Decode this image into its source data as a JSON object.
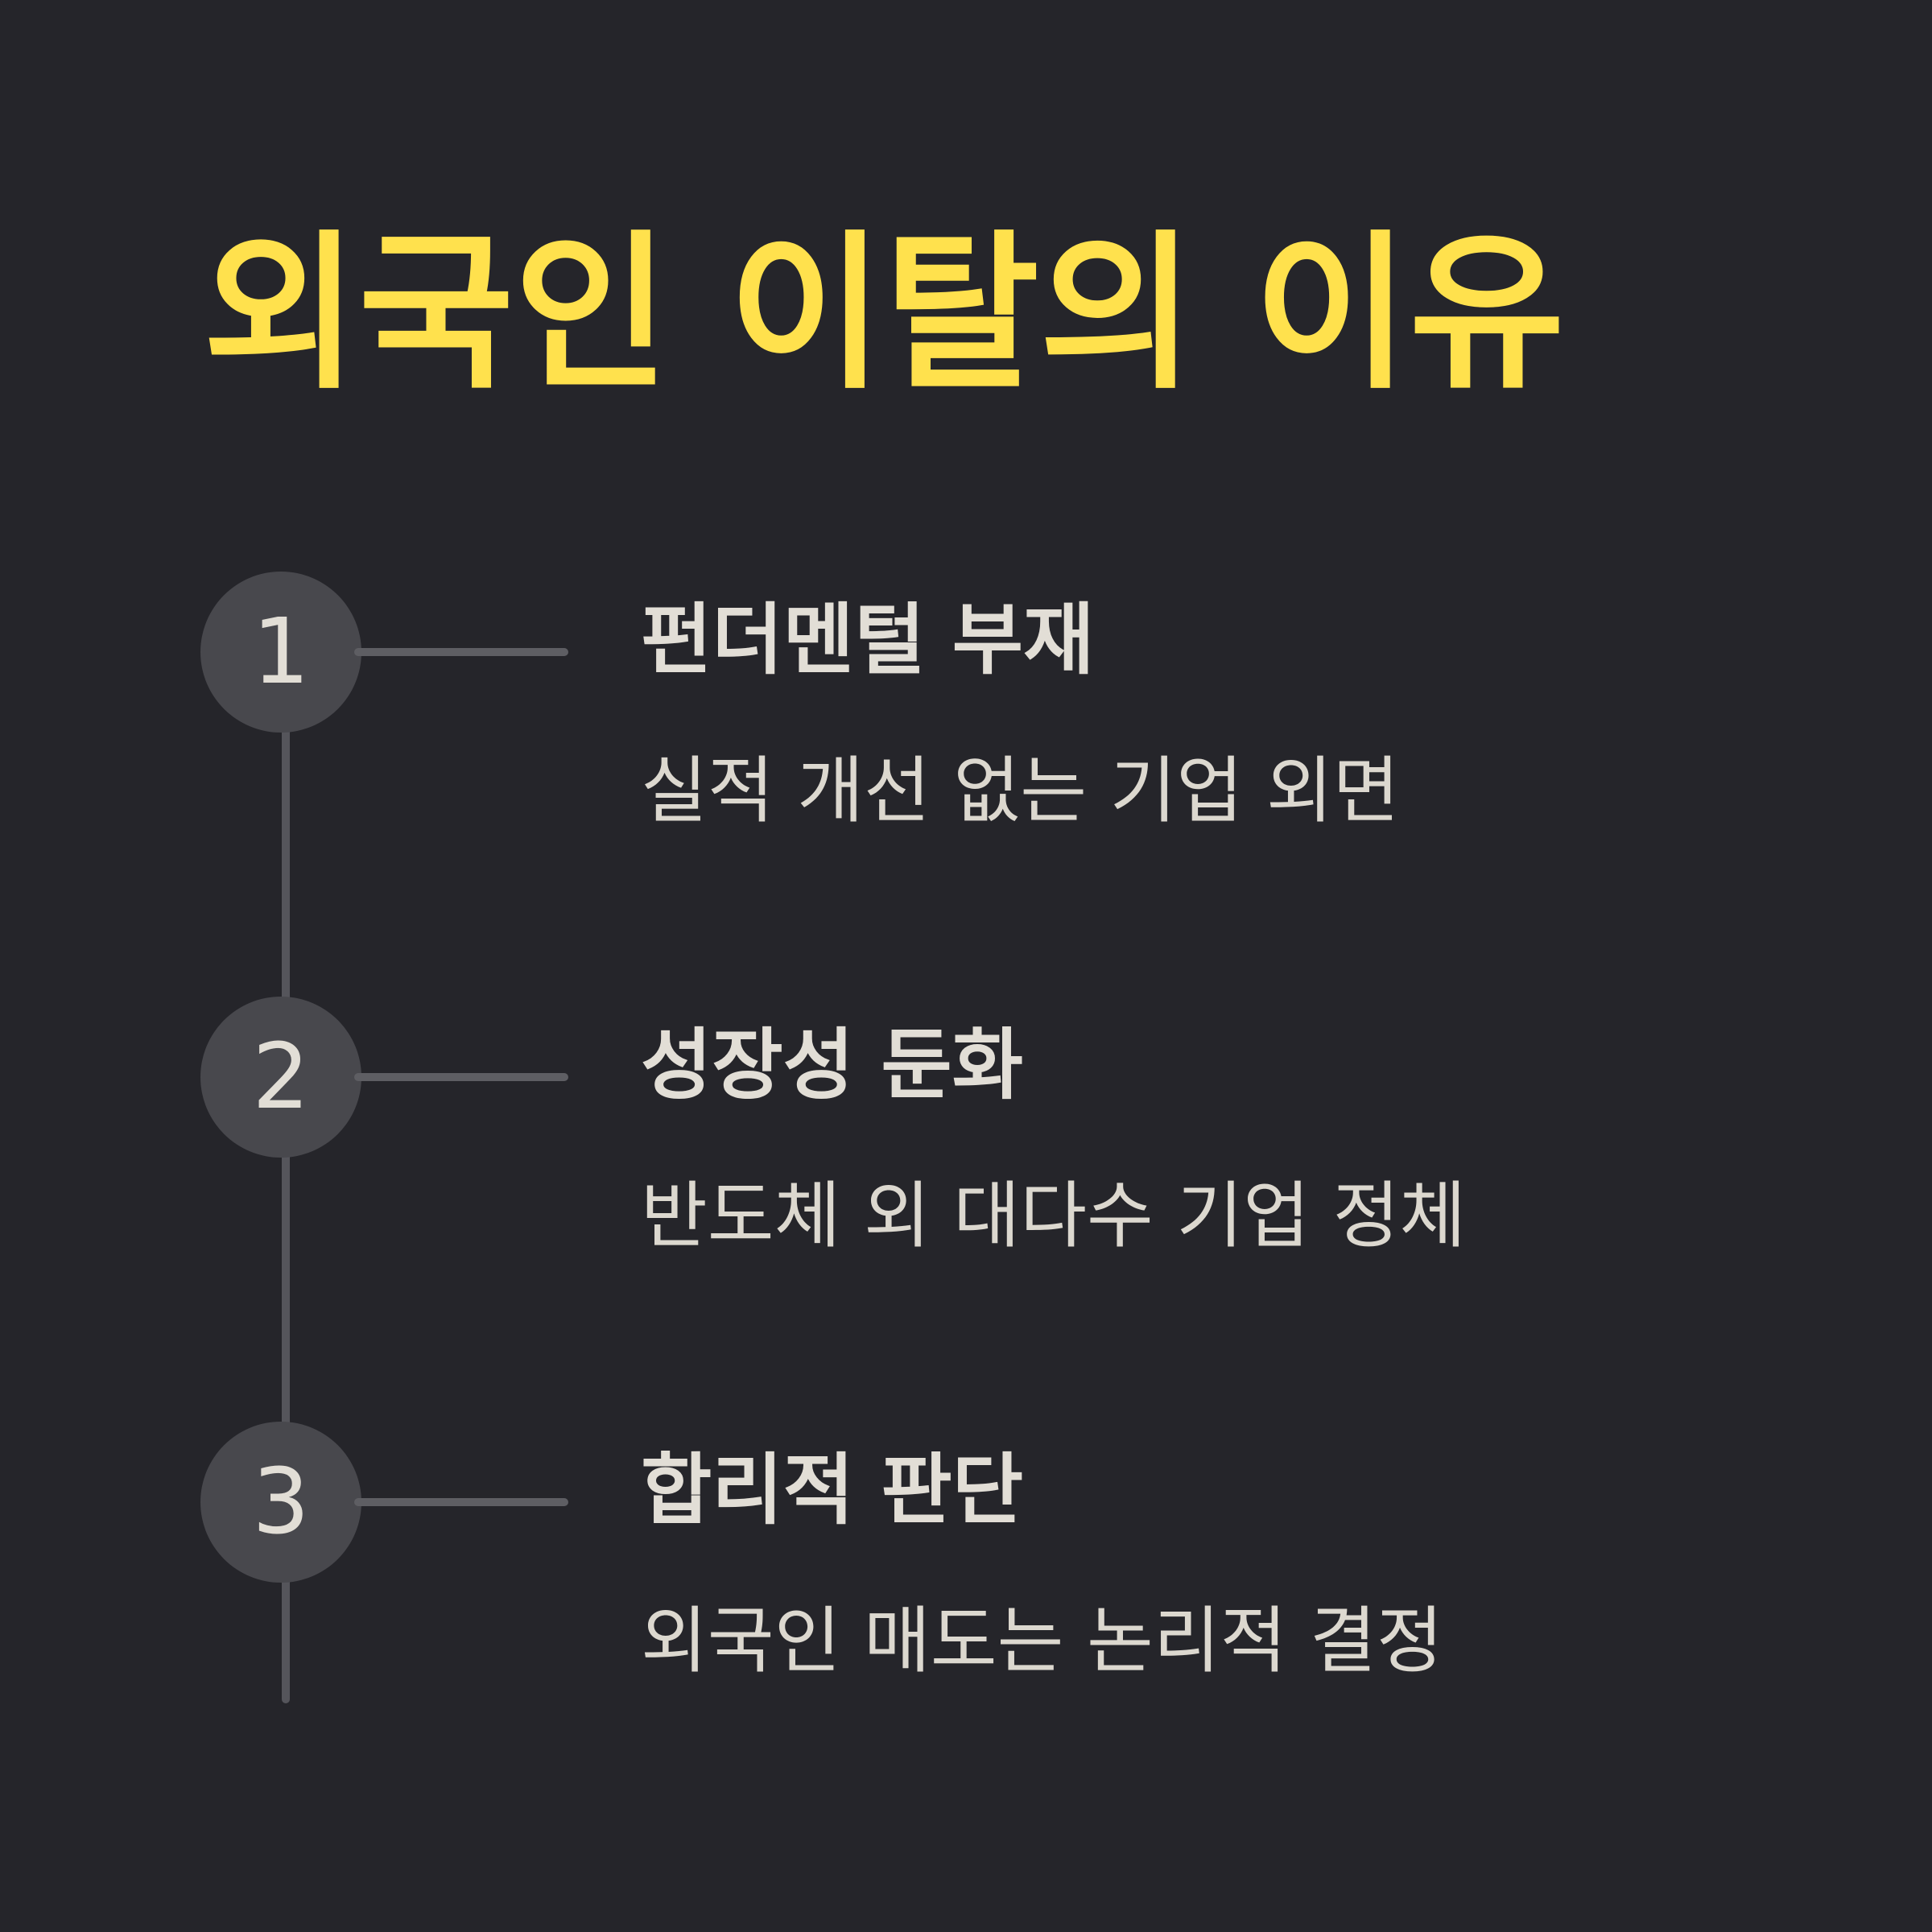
{
  "title": "외국인 이탈의 이유",
  "colors": {
    "background": "#25252a",
    "title": "#ffe14d",
    "text": "#e2ded6",
    "circle": "#48484d",
    "line": "#55555b"
  },
  "steps": [
    {
      "number": "1",
      "title": "펀더멘털 부재",
      "description": "실적 개선 없는 기업 외면"
    },
    {
      "number": "2",
      "title": "성장성 둔화",
      "description": "반도체 외 대다수 기업 정체"
    },
    {
      "number": "3",
      "title": "합리적 판단",
      "description": "외국인 매도는 논리적 결정"
    }
  ]
}
